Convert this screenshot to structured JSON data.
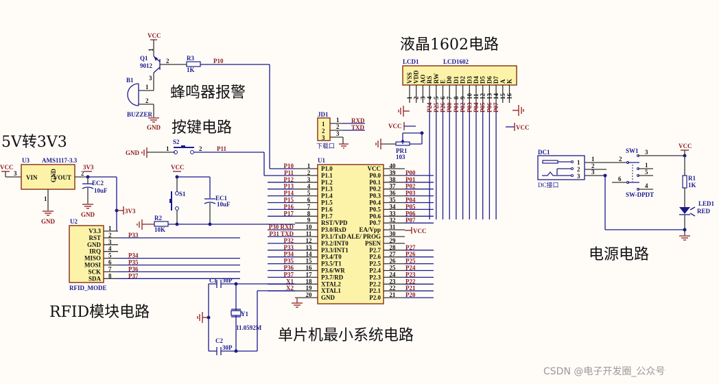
{
  "titles": {
    "buzzer": "蜂鸣器报警",
    "key": "按键电路",
    "ldo": "5V转3V3",
    "lcd": "液晶1602电路",
    "power": "电源电路",
    "rfid": "RFID模块电路",
    "mcu": "单片机最小系统电路"
  },
  "watermark": "CSDN @电子开发圈_公众号",
  "nets": {
    "vcc": "VCC",
    "gnd": "GND",
    "v33": "3V3"
  },
  "buzzer": {
    "q_ref": "Q1",
    "q_val": "9012",
    "r_ref": "R3",
    "r_val": "1K",
    "net": "P10",
    "b_ref": "B1",
    "b_val": "BUZZER",
    "pin1": "1",
    "pin2": "2",
    "pin3": "3"
  },
  "key": {
    "s_ref": "S2",
    "net": "P11",
    "p1": "1",
    "p2": "2"
  },
  "ldo": {
    "ref": "U3",
    "val": "AMS1117-3.3",
    "vin": "VIN",
    "gnd": "GND",
    "vout": "VOUT",
    "p3": "3",
    "p2": "2",
    "p1": "1",
    "cap_ref": "EC2",
    "cap_val": "10uF"
  },
  "reset": {
    "s_ref": "S1",
    "cap_ref": "EC1",
    "cap_val": "10uF",
    "r_ref": "R2",
    "r_val": "10K"
  },
  "jd1": {
    "ref": "JD1",
    "label": "下载口",
    "pins": [
      "1",
      "2",
      "3"
    ],
    "nets": [
      "RXD",
      "TXD"
    ]
  },
  "pr1": {
    "ref": "PR1",
    "val": "103"
  },
  "lcd": {
    "ref": "LCD1",
    "val": "LCD1602",
    "pins": [
      "VSS",
      "VDD",
      "AO",
      "RS",
      "RW",
      "E",
      "D0",
      "D1",
      "D2",
      "D3",
      "D4",
      "D5",
      "D6",
      "D7",
      "A",
      "K"
    ],
    "nets": [
      "P24",
      "P25",
      "P26",
      "P00",
      "P01",
      "P02",
      "P03",
      "P04",
      "P05",
      "P06",
      "P07"
    ]
  },
  "rfid": {
    "ref": "U2",
    "val": "RFID_MODE",
    "pins": [
      {
        "name": "V3.3",
        "num": "1",
        "net": ""
      },
      {
        "name": "RST",
        "num": "2",
        "net": "P33"
      },
      {
        "name": "GND",
        "num": "3",
        "net": ""
      },
      {
        "name": "IRQ",
        "num": "4",
        "net": ""
      },
      {
        "name": "MISO",
        "num": "5",
        "net": "P34"
      },
      {
        "name": "MOSI",
        "num": "6",
        "net": "P35"
      },
      {
        "name": "SCK",
        "num": "7",
        "net": "P36"
      },
      {
        "name": "SDA",
        "num": "8",
        "net": "P37"
      }
    ]
  },
  "mcu": {
    "ref": "U1",
    "left": [
      {
        "num": "1",
        "name": "P1.0",
        "net": "P10"
      },
      {
        "num": "2",
        "name": "P1.1",
        "net": "P11"
      },
      {
        "num": "3",
        "name": "P1.2",
        "net": "P12"
      },
      {
        "num": "4",
        "name": "P1.3",
        "net": "P13"
      },
      {
        "num": "5",
        "name": "P1.4",
        "net": "P14"
      },
      {
        "num": "6",
        "name": "P1.5",
        "net": "P15"
      },
      {
        "num": "7",
        "name": "P1.6",
        "net": "P16"
      },
      {
        "num": "8",
        "name": "P1.7",
        "net": "P17"
      },
      {
        "num": "9",
        "name": "RST/VPD",
        "net": ""
      },
      {
        "num": "10",
        "name": "P3.0/RxD",
        "net": "P30  RXD"
      },
      {
        "num": "11",
        "name": "P3.1/TxD",
        "net": "P31  TXD"
      },
      {
        "num": "12",
        "name": "P3.2/INT0",
        "net": "P32"
      },
      {
        "num": "13",
        "name": "P3.3/INT1",
        "net": "P33"
      },
      {
        "num": "14",
        "name": "P3.4/T0",
        "net": "P34"
      },
      {
        "num": "15",
        "name": "P3.5/T1",
        "net": "P35"
      },
      {
        "num": "16",
        "name": "P3.6/WR",
        "net": "P36"
      },
      {
        "num": "17",
        "name": "P3.7/RD",
        "net": "P37"
      },
      {
        "num": "18",
        "name": "XTAL2",
        "net": "X1"
      },
      {
        "num": "19",
        "name": "XTAL1",
        "net": "X2"
      },
      {
        "num": "20",
        "name": "GND",
        "net": ""
      }
    ],
    "right": [
      {
        "num": "40",
        "name": "VCC",
        "net": "VCC"
      },
      {
        "num": "39",
        "name": "P0.0",
        "net": "P00"
      },
      {
        "num": "38",
        "name": "P0.1",
        "net": "P01"
      },
      {
        "num": "37",
        "name": "P0.2",
        "net": "P02"
      },
      {
        "num": "36",
        "name": "P0.3",
        "net": "P03"
      },
      {
        "num": "35",
        "name": "P0.4",
        "net": "P04"
      },
      {
        "num": "34",
        "name": "P0.5",
        "net": "P05"
      },
      {
        "num": "33",
        "name": "P0.6",
        "net": "P06"
      },
      {
        "num": "32",
        "name": "P0.7",
        "net": "P07"
      },
      {
        "num": "31",
        "name": "EA/Vpp",
        "net": "VCC"
      },
      {
        "num": "30",
        "name": "ALE/ PROG",
        "net": ""
      },
      {
        "num": "29",
        "name": "PSEN",
        "net": ""
      },
      {
        "num": "28",
        "name": "P2.7",
        "net": "P27"
      },
      {
        "num": "27",
        "name": "P2.6",
        "net": "P26"
      },
      {
        "num": "26",
        "name": "P2.5",
        "net": "P25"
      },
      {
        "num": "25",
        "name": "P2.4",
        "net": "P24"
      },
      {
        "num": "24",
        "name": "P2.3",
        "net": "P23"
      },
      {
        "num": "23",
        "name": "P2.2",
        "net": "P22"
      },
      {
        "num": "22",
        "name": "P2.1",
        "net": "P21"
      },
      {
        "num": "21",
        "name": "P2.0",
        "net": "P20"
      }
    ]
  },
  "crystal": {
    "c1_ref": "C1",
    "c1_val": "30P",
    "c2_ref": "C2",
    "c2_val": "30P",
    "y_ref": "Y1",
    "y_val": "11.0592M"
  },
  "power": {
    "dc_ref": "DC1",
    "dc_label": "DC接口",
    "sw_ref": "SW1",
    "sw_val": "SW-DPDT",
    "r_ref": "R1",
    "r_val": "1K",
    "led_ref": "LED1",
    "led_val": "RED",
    "dc_pins": [
      "1",
      "2",
      "3"
    ],
    "sw_pins": [
      "2",
      "3",
      "1",
      "5",
      "6",
      "4"
    ]
  }
}
